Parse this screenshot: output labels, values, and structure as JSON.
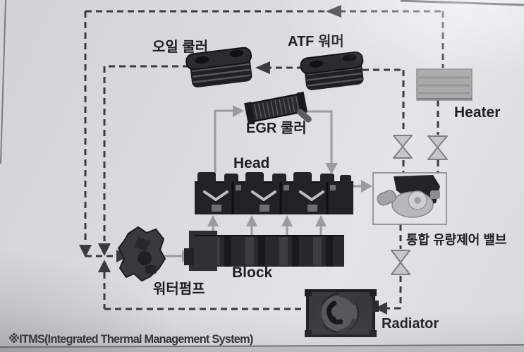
{
  "labels": {
    "oil_cooler": "오일 쿨러",
    "atf_warmer": "ATF 워머",
    "egr_cooler": "EGR 쿨러",
    "head": "Head",
    "block": "Block",
    "water_pump": "워터펌프",
    "flow_control_valve": "통합 유량제어 밸브",
    "heater": "Heater",
    "radiator": "Radiator"
  },
  "footnote": "※ITMS(Integrated Thermal Management System)",
  "colors": {
    "background": "#d9dbde",
    "dashed_line": "#3b3b3d",
    "solid_line": "#9a9b9d",
    "component_dark": "#28282a",
    "valve_fill": "#c6c7c9",
    "heater_fill": "#a9abab",
    "text": "#1f1f21"
  }
}
